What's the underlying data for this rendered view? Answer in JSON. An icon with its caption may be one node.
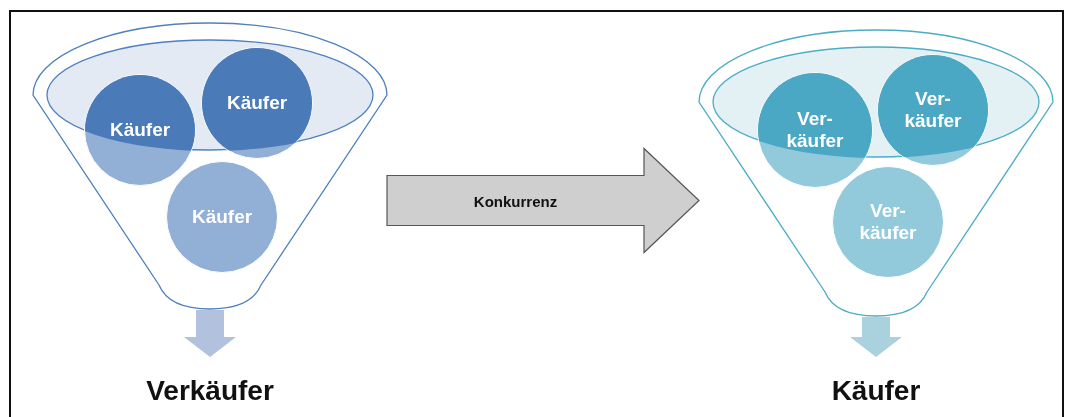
{
  "diagram": {
    "nodes": [
      {
        "text": [],
        "shape": "funnel"
      },
      {
        "text": [
          "Käufer"
        ],
        "in": 0
      },
      {
        "text": [
          "Käufer"
        ],
        "in": 0
      },
      {
        "text": [
          "Käufer"
        ],
        "in": 0
      },
      {
        "text": [
          "Verkäufer"
        ]
      },
      {
        "text": [],
        "shape": "funnel"
      },
      {
        "text": [
          "Ver- käufer"
        ],
        "in": 5
      },
      {
        "text": [
          "Ver- käufer"
        ],
        "in": 5
      },
      {
        "text": [
          "Ver- käufer"
        ],
        "in": 5
      },
      {
        "text": [
          "Käufer"
        ]
      }
    ],
    "edges": [
      {
        "from": 0,
        "to": 4,
        "arrow": "to",
        "color": "#b2c1de"
      },
      {
        "from": 0,
        "to": 5,
        "arrow": "to",
        "label": "Konkurrenz",
        "style": "thick",
        "color": "#cfcfcf"
      },
      {
        "from": 5,
        "to": 9,
        "arrow": "to",
        "color": "#a9d2de"
      }
    ]
  }
}
